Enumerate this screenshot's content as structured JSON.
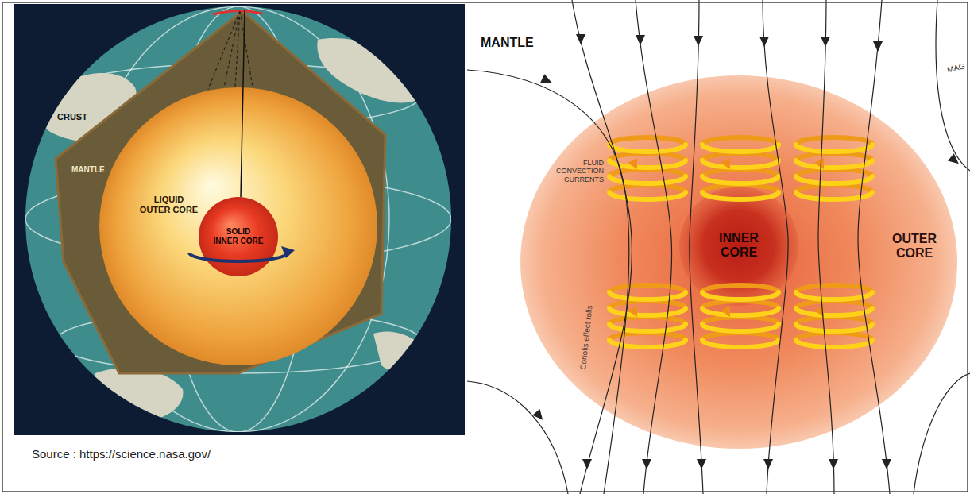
{
  "diagram": {
    "nodes": [
      {
        "text": [
          "LIQUID OUTER CORE"
        ]
      },
      {
        "text": [
          "SOLID INNER CORE"
        ],
        "in": 0
      },
      {
        "text": [
          "OUTER CORE"
        ]
      },
      {
        "text": [
          "INNER CORE"
        ],
        "in": 2
      }
    ],
    "labels": [
      "CRUST",
      "MANTLE",
      "Source : https://science.nasa.gov/",
      "MANTLE",
      "MAG",
      "FLUID CONVECTION CURRENTS",
      "Coriolis effect rolls"
    ]
  }
}
